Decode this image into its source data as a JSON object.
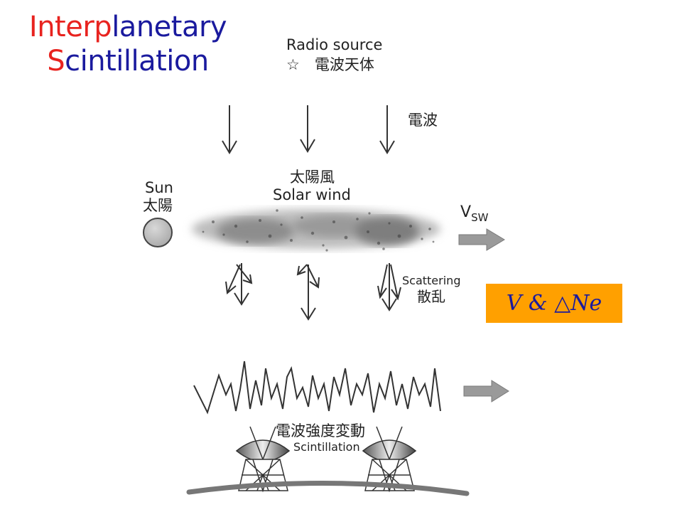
{
  "title": {
    "line1_part1": "Inter",
    "line1_part2": "p",
    "line1_part3": "lanetary",
    "line2_part1": "S",
    "line2_part2": "cintillation"
  },
  "labels": {
    "radio_source_en": "Radio source",
    "radio_source_jp": "☆　電波天体",
    "radio_wave": "電波",
    "sun_en": "Sun",
    "sun_jp": "太陽",
    "solar_wind_jp": "太陽風",
    "solar_wind_en": "Solar wind",
    "vsw_main": "V",
    "vsw_sub": "SW",
    "scattering_en": "Scattering",
    "scattering_jp": "散乱",
    "scintillation_jp": "電波強度変動",
    "scintillation_en": "Scintillation"
  },
  "badge": {
    "text": "V & △Ne",
    "color": "#ffa000"
  },
  "colors": {
    "title_blue": "#1a1a9e",
    "title_red": "#e8231f",
    "arrow_gray": "#9a9a9a"
  }
}
